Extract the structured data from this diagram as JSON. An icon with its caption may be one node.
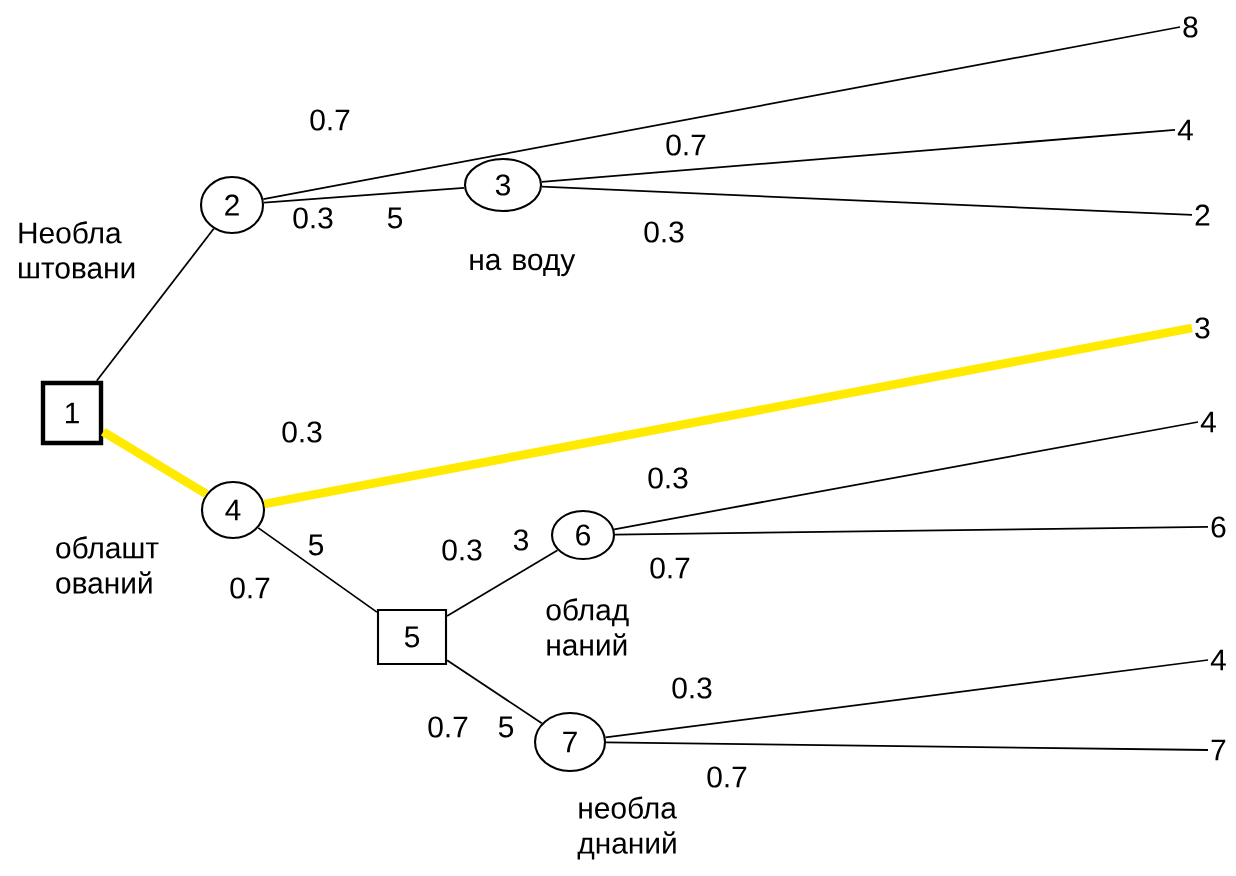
{
  "diagram": {
    "nodes": [
      {
        "text": [
          "1"
        ]
      },
      {
        "text": [
          "2"
        ]
      },
      {
        "text": [
          "3"
        ],
        "beside": [
          "на воду"
        ]
      },
      {
        "text": [
          "4"
        ]
      },
      {
        "text": [
          "5"
        ]
      },
      {
        "text": [
          "6"
        ],
        "beside": [
          "облад наний"
        ]
      },
      {
        "text": [
          "7"
        ],
        "beside": [
          "необла днаний"
        ]
      },
      {
        "text": [
          "8"
        ]
      },
      {
        "text": [
          "4"
        ]
      },
      {
        "text": [
          "2"
        ]
      },
      {
        "text": [
          "3"
        ]
      },
      {
        "text": [
          "4"
        ]
      },
      {
        "text": [
          "6"
        ]
      },
      {
        "text": [
          "4"
        ]
      },
      {
        "text": [
          "7"
        ]
      }
    ],
    "edges": [
      {
        "from": 0,
        "to": 1,
        "arrow": "none",
        "label": "Необла штовани"
      },
      {
        "from": 0,
        "to": 3,
        "arrow": "none",
        "label": "облашт ований",
        "style": "thick",
        "color": "#ffea00"
      },
      {
        "from": 1,
        "to": 7,
        "arrow": "none",
        "label": "0.7"
      },
      {
        "from": 1,
        "to": 2,
        "arrow": "none",
        "label": "0.3"
      },
      {
        "from": 2,
        "to": 8,
        "arrow": "none",
        "label": "0.7"
      },
      {
        "from": 2,
        "to": 9,
        "arrow": "none",
        "label": "0.3"
      },
      {
        "from": 3,
        "to": 10,
        "arrow": "none",
        "label": "0.3",
        "style": "thick",
        "color": "#ffea00"
      },
      {
        "from": 3,
        "to": 4,
        "arrow": "none",
        "label": "0.7"
      },
      {
        "from": 4,
        "to": 5,
        "arrow": "none",
        "label": "0.3"
      },
      {
        "from": 4,
        "to": 6,
        "arrow": "none",
        "label": "0.7"
      },
      {
        "from": 5,
        "to": 11,
        "arrow": "none",
        "label": "0.3"
      },
      {
        "from": 5,
        "to": 12,
        "arrow": "none",
        "label": "0.7"
      },
      {
        "from": 6,
        "to": 13,
        "arrow": "none",
        "label": "0.3"
      },
      {
        "from": 6,
        "to": 14,
        "arrow": "none",
        "label": "0.7"
      }
    ],
    "labels": [
      "5",
      "5",
      "3",
      "5"
    ]
  }
}
